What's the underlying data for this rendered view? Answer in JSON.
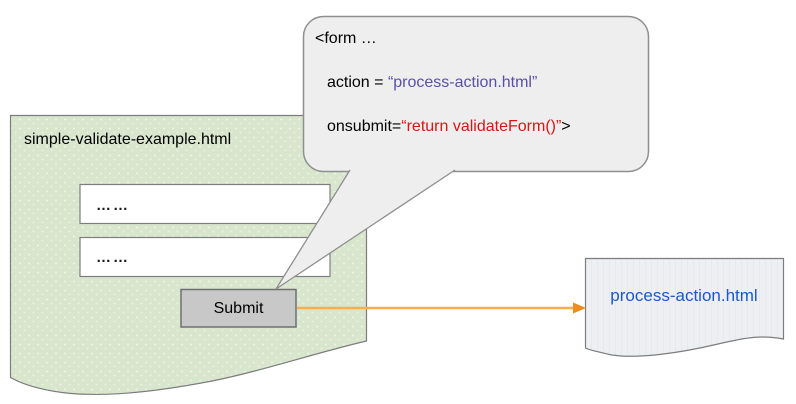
{
  "diagram": {
    "source_doc": {
      "title": "simple-validate-example.html",
      "input1_text": "……",
      "input2_text": "……",
      "submit_label": "Submit"
    },
    "callout": {
      "line1": "<form …",
      "line2_prefix": "action = ",
      "line2_value": "“process-action.html”",
      "line3_prefix": "onsubmit=",
      "line3_value": "“return validateForm()”",
      "line3_suffix": ">"
    },
    "target_doc": {
      "title": "process-action.html"
    },
    "colors": {
      "source_doc_green": "#d9e6ce",
      "callout_gray": "#eeeeee",
      "attr_value_purple": "#5a4fa8",
      "attr_value_red": "#e01212",
      "target_link_blue": "#1b57cf",
      "arrow_orange": "#f9ae4b",
      "arrow_head_orange": "#ef8a1c",
      "submit_button_gray": "#c8c8c8"
    }
  }
}
